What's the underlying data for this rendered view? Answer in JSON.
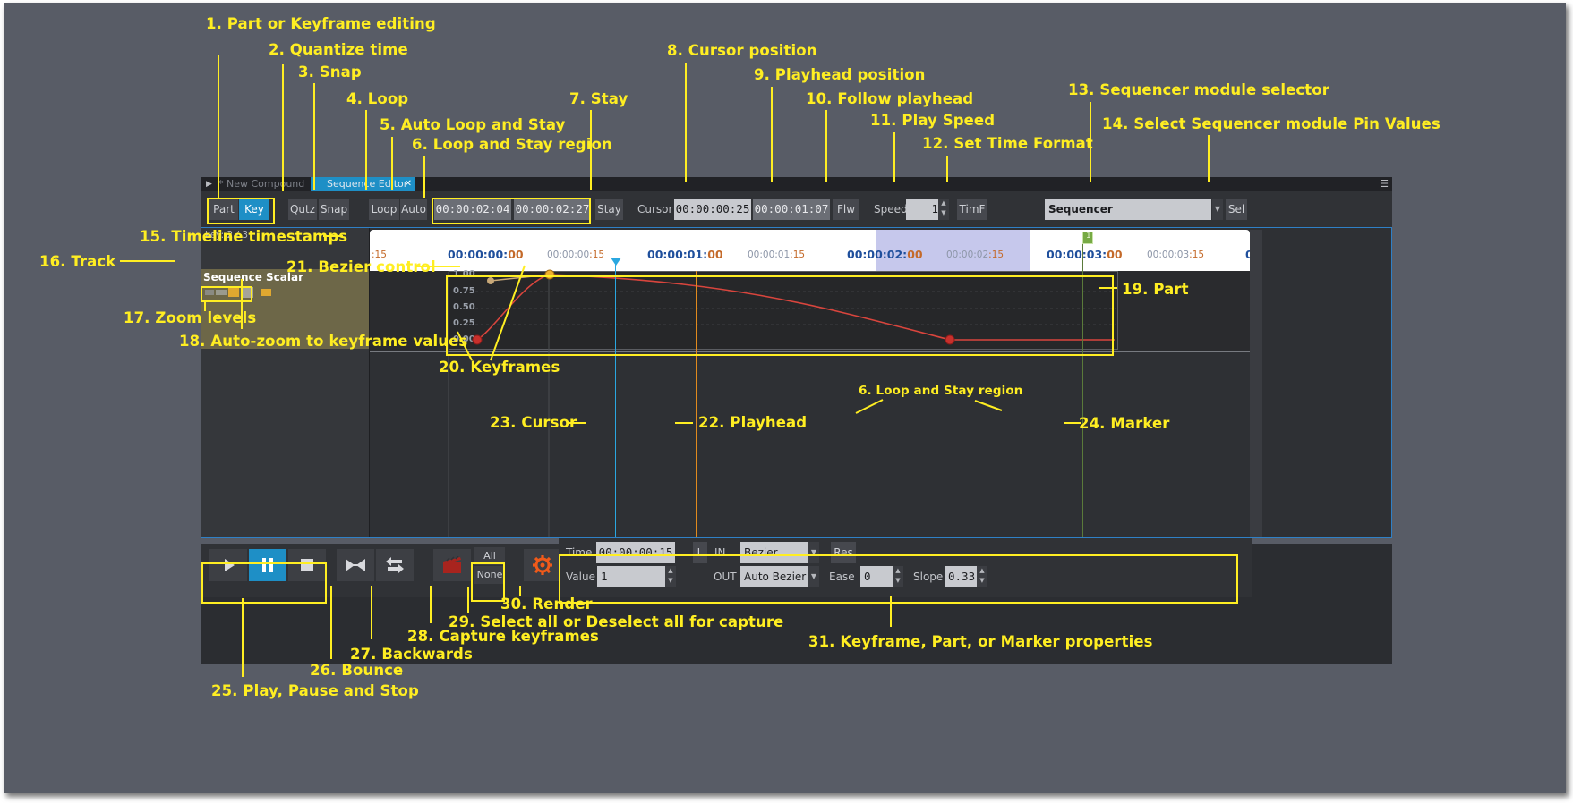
{
  "tabs": {
    "compound": "* New Compound",
    "editor": "Sequence Editor",
    "close": "✕",
    "menu": "☰"
  },
  "toolbar": {
    "part": "Part",
    "key": "Key",
    "qutz": "Qutz",
    "snap": "Snap",
    "loop": "Loop",
    "auto": "Auto",
    "loop_start": "00:00:02:04",
    "loop_end": "00:00:02:27",
    "stay": "Stay",
    "cursor_label": "Cursor",
    "cursor_value": "00:00:00:25",
    "playhead_value": "00:00:01:07",
    "flw": "Flw",
    "speed_label": "Speed",
    "speed_value": "1",
    "timf": "TimF",
    "module": "Sequencer",
    "sel": "Sel"
  },
  "timeline": {
    "key_info": "key: 2 / 3",
    "ticks": [
      {
        "main": "",
        "frame": ":15",
        "major": false
      },
      {
        "main": "00:00:00:",
        "frame": "00",
        "major": true
      },
      {
        "main": "00:00:00",
        "frame": ":15",
        "major": false
      },
      {
        "main": "00:00:01:",
        "frame": "00",
        "major": true
      },
      {
        "main": "00:00:01",
        "frame": ":15",
        "major": false
      },
      {
        "main": "00:00:02:",
        "frame": "00",
        "major": true
      },
      {
        "main": "00:00:02",
        "frame": ":15",
        "major": false
      },
      {
        "main": "00:00:03:",
        "frame": "00",
        "major": true
      },
      {
        "main": "00:00:03",
        "frame": ":15",
        "major": false
      },
      {
        "main": "0",
        "frame": "",
        "major": true
      }
    ],
    "marker_label": "1",
    "track_name": "Sequence Scalar",
    "y_labels": [
      "1.00",
      "0.75",
      "0.50",
      "0.25",
      "0.00"
    ]
  },
  "transport": {
    "all": "All",
    "none": "None"
  },
  "properties": {
    "time_label": "Time",
    "time_value": "00:00:00:15",
    "l": "L",
    "in_label": "IN",
    "in_value": "Bezier",
    "res": "Res",
    "value_label": "Value",
    "value": "1",
    "out_label": "OUT",
    "out_value": "Auto Bezier",
    "ease_label": "Ease",
    "ease_value": "0",
    "slope_label": "Slope",
    "slope_value": "0.33"
  },
  "annotations": {
    "a1": "1. Part or Keyframe editing",
    "a2": "2. Quantize time",
    "a3": "3. Snap",
    "a4": "4. Loop",
    "a5": "5. Auto Loop and Stay",
    "a6": "6. Loop and Stay region",
    "a7": "7. Stay",
    "a8": "8. Cursor position",
    "a9": "9. Playhead position",
    "a10": "10. Follow playhead",
    "a11": "11. Play Speed",
    "a12": "12. Set Time Format",
    "a13": "13. Sequencer module selector",
    "a14": "14. Select Sequencer module Pin Values",
    "a15": "15. Timeline timestamps",
    "a16": "16. Track",
    "a17": "17. Zoom levels",
    "a18": "18. Auto-zoom to keyframe values",
    "a19": "19. Part",
    "a20": "20. Keyframes",
    "a21": "21. Bezier control",
    "a22": "22. Playhead",
    "a23": "23. Cursor",
    "a24": "24. Marker",
    "a6b": "6. Loop and Stay region",
    "a25": "25. Play, Pause and Stop",
    "a26": "26. Bounce",
    "a27": "27. Backwards",
    "a28": "28. Capture keyframes",
    "a29": "29. Select all or Deselect all for capture",
    "a30": "30. Render",
    "a31": "31. Keyframe, Part, or Marker properties"
  },
  "colors": {
    "background": "#585c66",
    "annotation": "#ffee22",
    "accent": "#1e8fc6",
    "curve": "#d9453d",
    "playhead": "#e08a1e",
    "cursor": "#2aa7e0",
    "loop_region": "#8a8fd6",
    "marker": "#77aa44"
  },
  "icons": [
    "play-icon",
    "pause-icon",
    "stop-icon",
    "bounce-icon",
    "backwards-icon",
    "capture-keyframes-icon",
    "render-gear-icon",
    "spin-arrows-icon",
    "dropdown-arrow-icon",
    "marker-flag-icon"
  ]
}
